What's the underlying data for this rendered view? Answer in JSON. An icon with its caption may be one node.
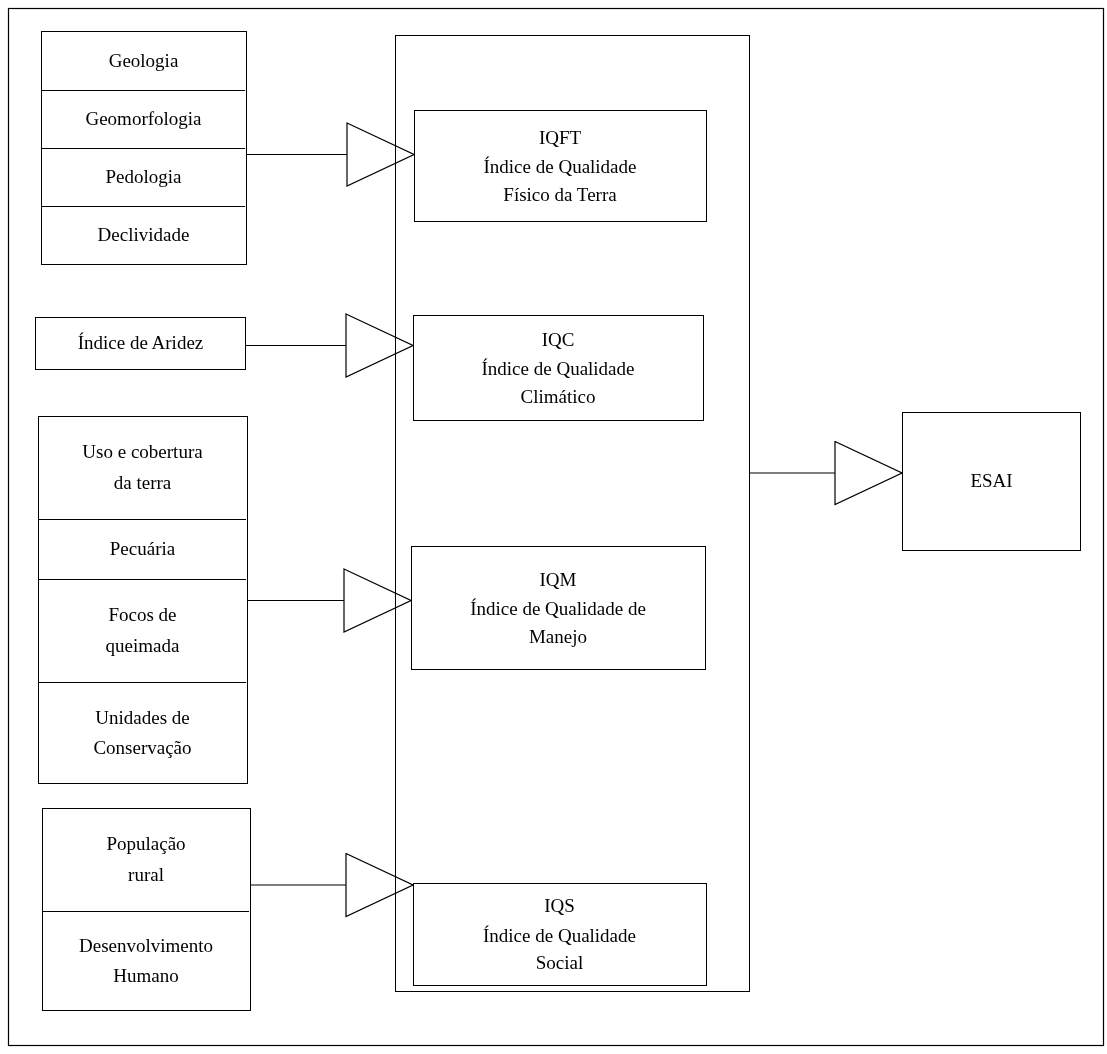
{
  "diagram": {
    "nodes": [
      {
        "text": [],
        "shape": "box"
      },
      {
        "text": [
          "Geologia"
        ],
        "in": 0
      },
      {
        "text": [
          "Geomorfologia"
        ],
        "in": 0
      },
      {
        "text": [
          "Pedologia"
        ],
        "in": 0
      },
      {
        "text": [
          "Declividade"
        ],
        "in": 0
      },
      {
        "text": [
          "Índice de Aridez"
        ]
      },
      {
        "text": [],
        "shape": "box"
      },
      {
        "text": [
          "Uso e cobertura da terra"
        ],
        "in": 6
      },
      {
        "text": [
          "Pecuária"
        ],
        "in": 6
      },
      {
        "text": [
          "Focos de queimada"
        ],
        "in": 6
      },
      {
        "text": [
          "Unidades de Conservação"
        ],
        "in": 6
      },
      {
        "text": [],
        "shape": "box"
      },
      {
        "text": [
          "População rural"
        ],
        "in": 11
      },
      {
        "text": [
          "Desenvolvimento Humano"
        ],
        "in": 11
      },
      {
        "text": [],
        "shape": "box"
      },
      {
        "text": [
          "IQFT",
          "Índice de Qualidade Físico da Terra"
        ],
        "in": 14
      },
      {
        "text": [
          "IQC",
          "Índice de Qualidade Climático"
        ],
        "in": 14
      },
      {
        "text": [
          "IQM",
          "Índice de Qualidade de Manejo"
        ],
        "in": 14
      },
      {
        "text": [
          "IQS",
          "Índice de Qualidade Social"
        ],
        "in": 14
      },
      {
        "text": [
          "ESAI"
        ]
      }
    ],
    "edges": [
      {
        "from": 0,
        "to": 15,
        "arrow": "to"
      },
      {
        "from": 5,
        "to": 16,
        "arrow": "to"
      },
      {
        "from": 6,
        "to": 17,
        "arrow": "to"
      },
      {
        "from": 11,
        "to": 18,
        "arrow": "to"
      },
      {
        "from": 14,
        "to": 19,
        "arrow": "to"
      }
    ]
  }
}
